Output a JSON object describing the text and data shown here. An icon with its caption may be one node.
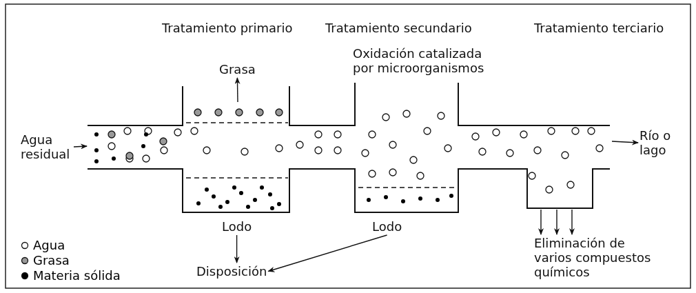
{
  "diagram": {
    "nodes": [
      {
        "text": [
          "Agua residual"
        ]
      },
      {
        "text": [
          "Grasa"
        ]
      },
      {
        "text": [
          "Lodo"
        ]
      },
      {
        "text": [
          "Lodo"
        ]
      },
      {
        "text": [
          "Disposición"
        ]
      },
      {
        "text": [
          "Río o lago"
        ]
      },
      {
        "text": [
          "Eliminación de varios compuestos químicos"
        ]
      }
    ],
    "edges": [
      {
        "from": 0,
        "to": null,
        "arrow": "to"
      },
      {
        "from": null,
        "to": 1,
        "arrow": "to"
      },
      {
        "from": 2,
        "to": 4,
        "arrow": "to"
      },
      {
        "from": 3,
        "to": 4,
        "arrow": "to"
      },
      {
        "from": null,
        "to": 5,
        "arrow": "to"
      },
      {
        "from": null,
        "to": 6,
        "arrow": "to"
      },
      {
        "from": null,
        "to": 6,
        "arrow": "to"
      },
      {
        "from": null,
        "to": 6,
        "arrow": "to"
      }
    ],
    "labels": [
      "Tratamiento primario",
      "Tratamiento secundario",
      "Tratamiento terciario",
      "Oxidación catalizada por microorganismos"
    ],
    "legend": [
      {
        "text": "Agua"
      },
      {
        "text": "Grasa"
      },
      {
        "text": "Materia sólida"
      }
    ]
  }
}
